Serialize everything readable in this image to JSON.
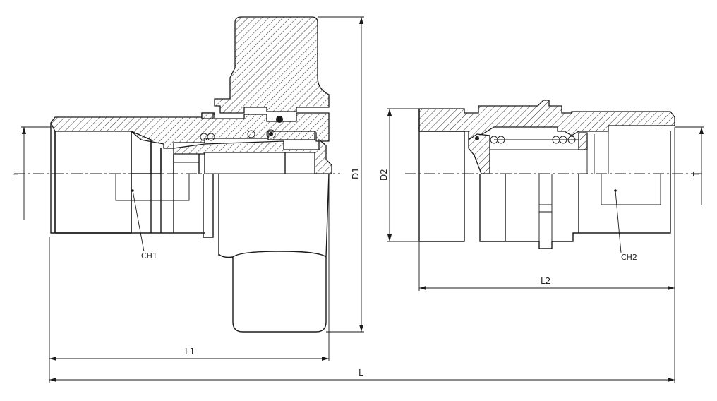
{
  "diagram": {
    "labels": {
      "L": "L",
      "L1": "L1",
      "L2": "L2",
      "D1": "D1",
      "D2": "D2",
      "CH1": "CH1",
      "CH2": "CH2",
      "T_left": "T",
      "T_right": "T"
    },
    "colors": {
      "line": "#1a1a1a",
      "background": "#ffffff"
    }
  }
}
